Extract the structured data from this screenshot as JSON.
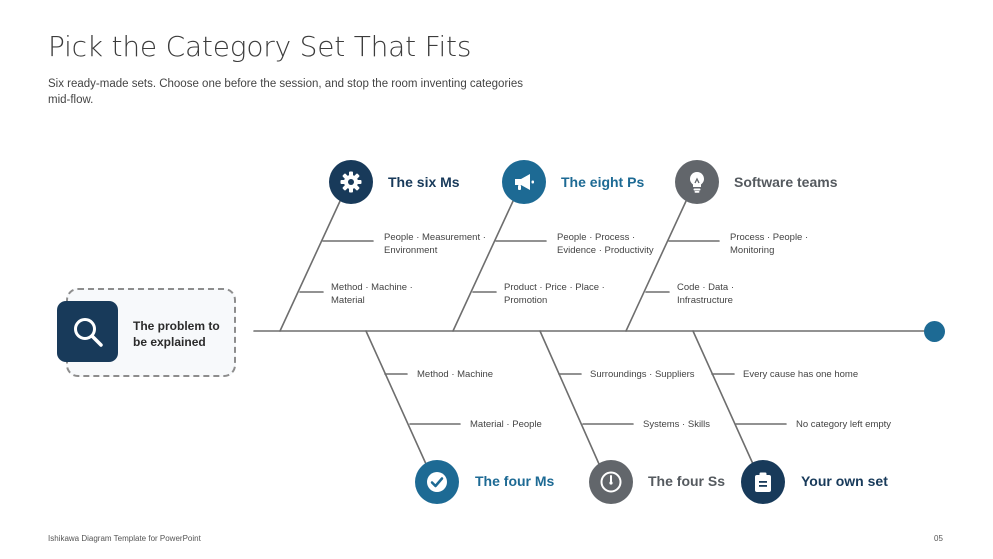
{
  "slide": {
    "title": "Pick the Category Set That Fits",
    "subtitle": "Six ready-made sets. Choose one before the session, and stop the room inventing categories mid-flow.",
    "footer": "Ishikawa Diagram Template for PowerPoint",
    "page_number": "05"
  },
  "colors": {
    "navy": "#183a5a",
    "blue": "#1d6a94",
    "gray": "#62666b",
    "line": "#6e6e6e"
  },
  "problem": {
    "label_line1": "The problem to",
    "label_line2": "be explained",
    "icon": "magnifier-icon"
  },
  "categories": [
    {
      "label": "The six Ms",
      "icon": "gear-icon",
      "color": "navy",
      "causes": [
        "People · Measurement ·\nEnvironment",
        "Method · Machine ·\nMaterial"
      ]
    },
    {
      "label": "The eight Ps",
      "icon": "megaphone-icon",
      "color": "blue",
      "causes": [
        "People · Process ·\nEvidence · Productivity",
        "Product · Price · Place ·\nPromotion"
      ]
    },
    {
      "label": "Software teams",
      "icon": "lightbulb-icon",
      "color": "gray",
      "causes": [
        "Process · People ·\nMonitoring",
        "Code · Data ·\nInfrastructure"
      ]
    },
    {
      "label": "The four Ms",
      "icon": "checkmark-icon",
      "color": "blue",
      "causes": [
        "Method · Machine",
        "Material · People"
      ]
    },
    {
      "label": "The four Ss",
      "icon": "compass-icon",
      "color": "gray",
      "causes": [
        "Surroundings · Suppliers",
        "Systems · Skills"
      ]
    },
    {
      "label": "Your own set",
      "icon": "clipboard-icon",
      "color": "navy",
      "causes": [
        "Every cause has one home",
        "No category left empty"
      ]
    }
  ]
}
